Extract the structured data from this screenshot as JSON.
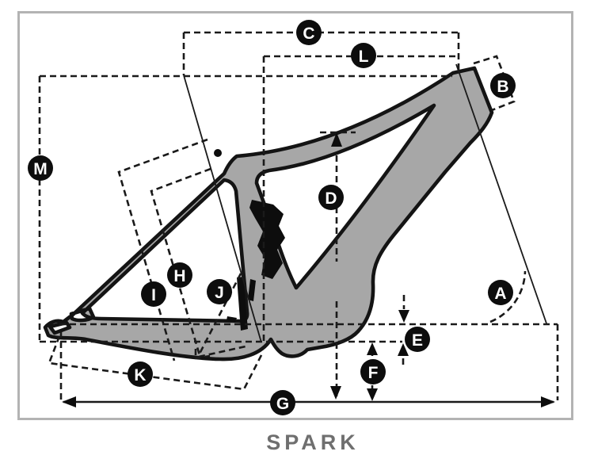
{
  "title": "SPARK",
  "colors": {
    "frame_fill": "#a7a7a7",
    "outline": "#141414",
    "dashed_line": "#1a1a1a",
    "border": "#b3b3b3",
    "title_text": "#6f6f6f",
    "label_bg": "#0d0d0d",
    "label_text": "#ffffff"
  },
  "diagram": {
    "type": "bike-frame-geometry",
    "labels": [
      {
        "id": "A",
        "letter": "A"
      },
      {
        "id": "B",
        "letter": "B"
      },
      {
        "id": "C",
        "letter": "C"
      },
      {
        "id": "D",
        "letter": "D"
      },
      {
        "id": "E",
        "letter": "E"
      },
      {
        "id": "F",
        "letter": "F"
      },
      {
        "id": "G",
        "letter": "G"
      },
      {
        "id": "H",
        "letter": "H"
      },
      {
        "id": "I",
        "letter": "I"
      },
      {
        "id": "J",
        "letter": "J"
      },
      {
        "id": "K",
        "letter": "K"
      },
      {
        "id": "L",
        "letter": "L"
      },
      {
        "id": "M",
        "letter": "M"
      }
    ]
  }
}
